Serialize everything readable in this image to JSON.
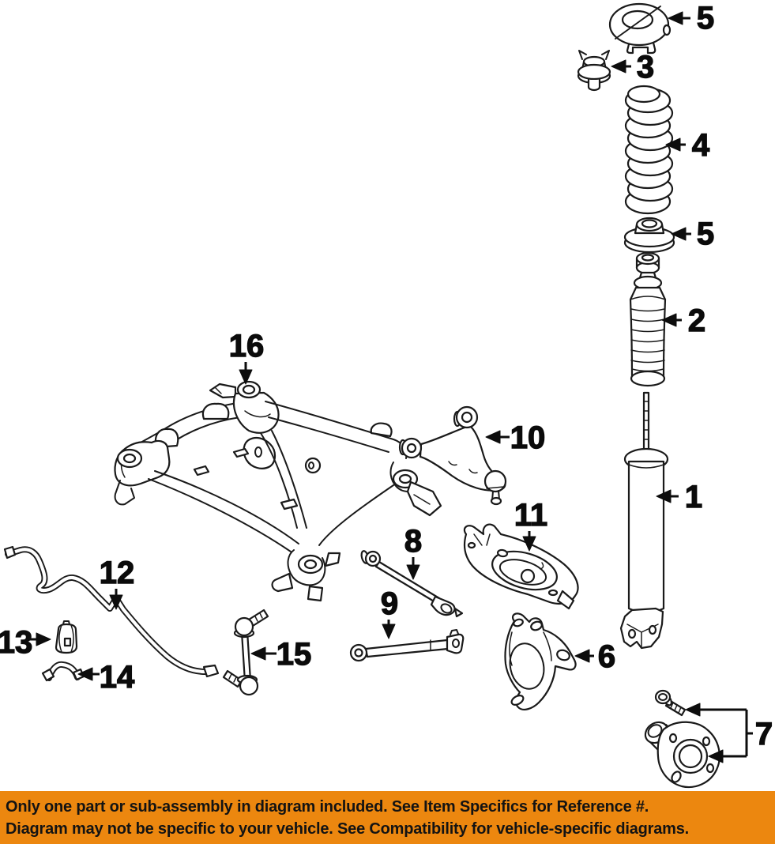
{
  "diagram": {
    "background_color": "#FFFFFF",
    "line_color": "#1A1A1A",
    "callouts": [
      {
        "ref": "5"
      },
      {
        "ref": "3"
      },
      {
        "ref": "4"
      },
      {
        "ref": "5"
      },
      {
        "ref": "2"
      },
      {
        "ref": "1"
      },
      {
        "ref": "16"
      },
      {
        "ref": "10"
      },
      {
        "ref": "11"
      },
      {
        "ref": "8"
      },
      {
        "ref": "9"
      },
      {
        "ref": "12"
      },
      {
        "ref": "13"
      },
      {
        "ref": "14"
      },
      {
        "ref": "15"
      },
      {
        "ref": "6"
      },
      {
        "ref": "7"
      }
    ]
  },
  "banner": {
    "line1": "Only one part or sub-assembly in diagram included. See Item Specifics for Reference #.",
    "line2": "Diagram may not be specific to your vehicle. See Compatibility for vehicle-specific diagrams.",
    "background_color": "#EC870F",
    "text_color": "#131313"
  }
}
